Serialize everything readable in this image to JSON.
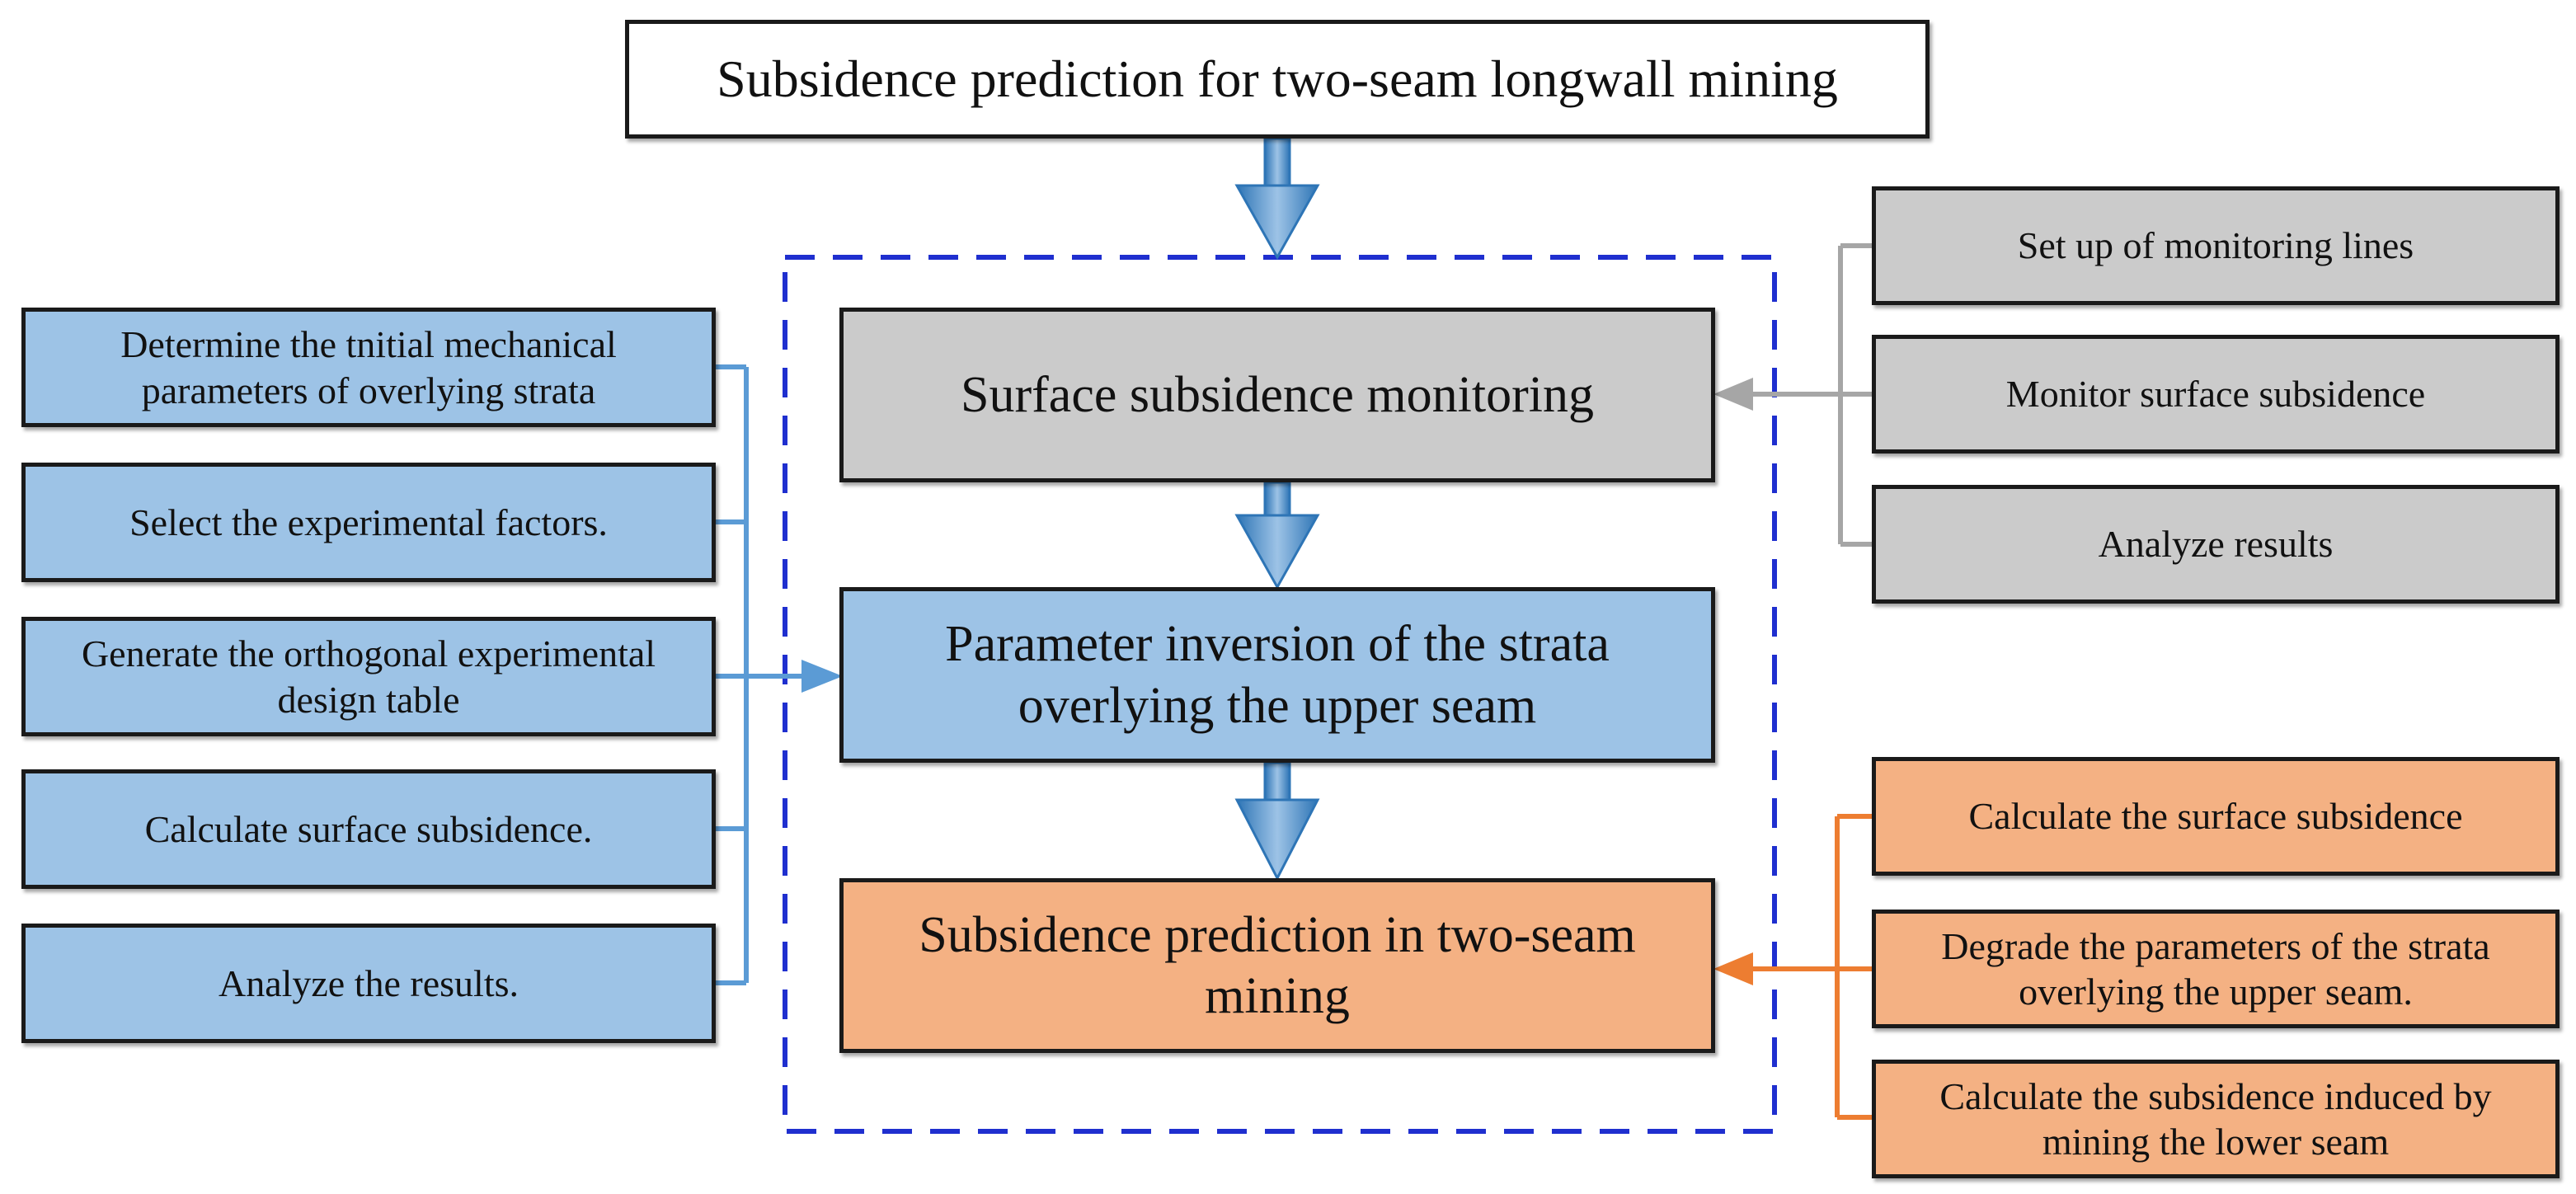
{
  "title": "Subsidence prediction for two-seam longwall mining",
  "center_steps": [
    "Surface subsidence monitoring",
    "Parameter inversion of the strata overlying the upper seam",
    "Subsidence prediction in two-seam mining"
  ],
  "left_steps": [
    "Determine the tnitial mechanical parameters of overlying strata",
    "Select the experimental factors.",
    "Generate the orthogonal experimental design table",
    "Calculate surface subsidence.",
    "Analyze the results."
  ],
  "right_monitoring_steps": [
    "Set up of monitoring lines",
    "Monitor surface subsidence",
    "Analyze results"
  ],
  "right_prediction_steps": [
    "Calculate the surface subsidence",
    "Degrade the parameters of the strata overlying the upper seam.",
    "Calculate the subsidence induced by mining the lower seam"
  ],
  "colors": {
    "gray_fill": "#cbcbcb",
    "blue_fill": "#9dc3e6",
    "orange_fill": "#f4b183",
    "dashed_frame": "#1f2fcf",
    "blue_connector": "#5b9bd5",
    "gray_connector": "#a6a6a6",
    "orange_connector": "#ed7d31"
  }
}
